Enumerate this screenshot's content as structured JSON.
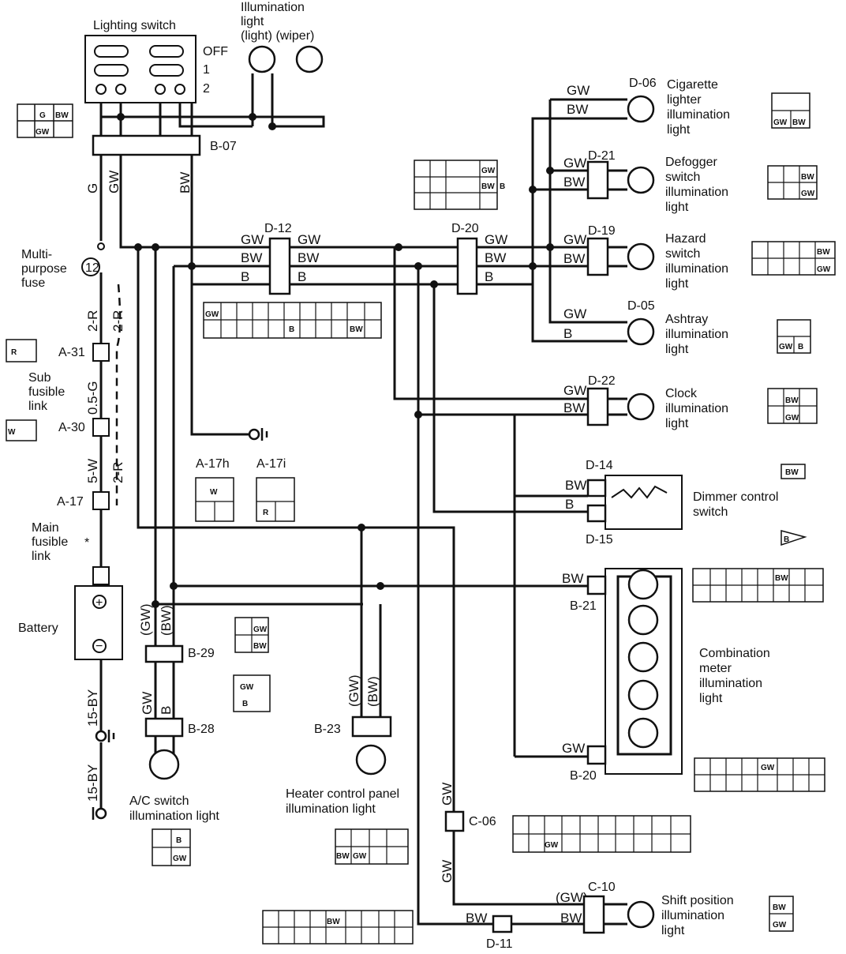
{
  "title": "",
  "components": {
    "lighting_switch": {
      "label": "Lighting switch",
      "positions": [
        "OFF",
        "1",
        "2"
      ]
    },
    "illumination_light_top": {
      "label_line1": "Illumination",
      "label_line2": "light",
      "label_line3": "(light) (wiper)"
    },
    "multi_purpose_fuse": {
      "label_line1": "Multi-",
      "label_line2": "purpose",
      "label_line3": "fuse",
      "number": "12"
    },
    "sub_fusible_link": {
      "label_line1": "Sub",
      "label_line2": "fusible",
      "label_line3": "link"
    },
    "main_fusible_link": {
      "label_line1": "Main",
      "label_line2": "fusible",
      "label_line3": "link",
      "mark": "*"
    },
    "battery": {
      "label": "Battery",
      "plus": "+",
      "minus": "−"
    },
    "cigarette": {
      "label_line1": "Cigarette",
      "label_line2": "lighter",
      "label_line3": "illumination",
      "label_line4": "light"
    },
    "defogger": {
      "label_line1": "Defogger",
      "label_line2": "switch",
      "label_line3": "illumination",
      "label_line4": "light"
    },
    "hazard": {
      "label_line1": "Hazard",
      "label_line2": "switch",
      "label_line3": "illumination",
      "label_line4": "light"
    },
    "ashtray": {
      "label_line1": "Ashtray",
      "label_line2": "illumination",
      "label_line3": "light"
    },
    "clock": {
      "label_line1": "Clock",
      "label_line2": "illumination",
      "label_line3": "light"
    },
    "dimmer": {
      "label_line1": "Dimmer control",
      "label_line2": "switch"
    },
    "combination": {
      "label_line1": "Combination",
      "label_line2": "meter",
      "label_line3": "illumination",
      "label_line4": "light"
    },
    "ac_switch": {
      "label_line1": "A/C switch",
      "label_line2": "illumination light"
    },
    "heater": {
      "label_line1": "Heater control panel",
      "label_line2": "illumination light"
    },
    "shift": {
      "label_line1": "Shift position",
      "label_line2": "illumination",
      "label_line3": "light"
    }
  },
  "connectors": {
    "b07": "B-07",
    "d12": "D-12",
    "d20": "D-20",
    "d06": "D-06",
    "d21": "D-21",
    "d19": "D-19",
    "d05": "D-05",
    "d22": "D-22",
    "d14": "D-14",
    "d15": "D-15",
    "b21": "B-21",
    "b20": "B-20",
    "b29": "B-29",
    "b28": "B-28",
    "b23": "B-23",
    "c06": "C-06",
    "c10": "C-10",
    "d11": "D-11",
    "a31": "A-31",
    "a30": "A-30",
    "a17": "A-17",
    "a17h": "A-17h",
    "a17i": "A-17i"
  },
  "wires": {
    "g": "G",
    "gw": "GW",
    "bw": "BW",
    "b": "B",
    "gw_paren": "(GW)",
    "bw_paren": "(BW)",
    "r2": "2-R",
    "g05": "0.5-G",
    "w5": "5-W",
    "by15": "15-BY"
  },
  "pins": {
    "g": "G",
    "gw": "GW",
    "bw": "BW",
    "b": "B",
    "r": "R",
    "w": "W"
  }
}
